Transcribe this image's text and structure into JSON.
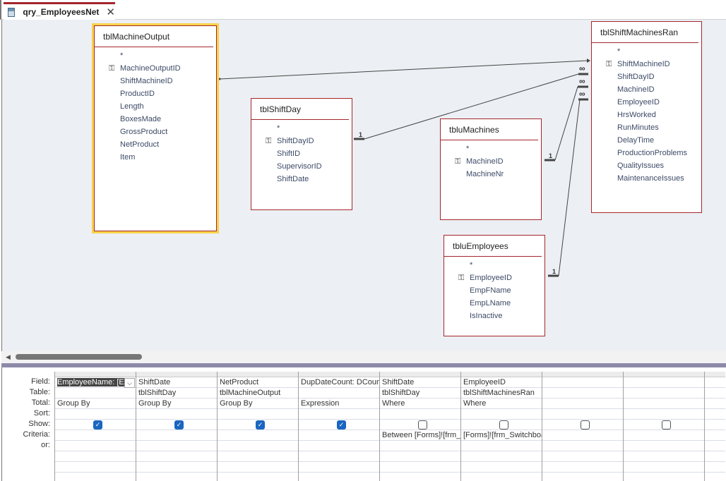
{
  "tab": {
    "title": "qry_EmployeesNet",
    "close": "✕"
  },
  "tables": [
    {
      "name": "tblMachineOutput",
      "fields": [
        "*",
        "MachineOutputID",
        "ShiftMachineID",
        "ProductID",
        "Length",
        "BoxesMade",
        "GrossProduct",
        "NetProduct",
        "Item"
      ],
      "key": 1
    },
    {
      "name": "tblShiftDay",
      "fields": [
        "*",
        "ShiftDayID",
        "ShiftID",
        "SupervisorID",
        "ShiftDate"
      ],
      "key": 1
    },
    {
      "name": "tbluMachines",
      "fields": [
        "*",
        "MachineID",
        "MachineNr"
      ],
      "key": 1
    },
    {
      "name": "tbluEmployees",
      "fields": [
        "*",
        "EmployeeID",
        "EmpFName",
        "EmpLName",
        "IsInactive"
      ],
      "key": 1
    },
    {
      "name": "tblShiftMachinesRan",
      "fields": [
        "*",
        "ShiftMachineID",
        "ShiftDayID",
        "MachineID",
        "EmployeeID",
        "HrsWorked",
        "RunMinutes",
        "DelayTime",
        "ProductionProblems",
        "QualityIssues",
        "MaintenanceIssues"
      ],
      "key": 1
    }
  ],
  "joins": {
    "one": "1",
    "many": "∞"
  },
  "grid": {
    "row_labels": [
      "Field:",
      "Table:",
      "Total:",
      "Sort:",
      "Show:",
      "Criteria:",
      "or:"
    ],
    "columns": [
      {
        "field": "EmployeeName: [E",
        "table": "",
        "total": "Group By",
        "sort": "",
        "show": true,
        "criteria": "",
        "or": ""
      },
      {
        "field": "ShiftDate",
        "table": "tblShiftDay",
        "total": "Group By",
        "sort": "",
        "show": true,
        "criteria": "",
        "or": ""
      },
      {
        "field": "NetProduct",
        "table": "tblMachineOutput",
        "total": "Group By",
        "sort": "",
        "show": true,
        "criteria": "",
        "or": ""
      },
      {
        "field": "DupDateCount: DCount",
        "table": "",
        "total": "Expression",
        "sort": "",
        "show": true,
        "criteria": "",
        "or": ""
      },
      {
        "field": "ShiftDate",
        "table": "tblShiftDay",
        "total": "Where",
        "sort": "",
        "show": false,
        "criteria": "Between [Forms]![frm_",
        "or": ""
      },
      {
        "field": "EmployeeID",
        "table": "tblShiftMachinesRan",
        "total": "Where",
        "sort": "",
        "show": false,
        "criteria": "[Forms]![frm_Switchboard",
        "or": ""
      },
      {
        "field": "",
        "table": "",
        "total": "",
        "sort": "",
        "show": false,
        "criteria": "",
        "or": ""
      },
      {
        "field": "",
        "table": "",
        "total": "",
        "sort": "",
        "show": false,
        "criteria": "",
        "or": ""
      },
      {
        "field": "",
        "table": "",
        "total": "",
        "sort": "",
        "or": "",
        "criteria": ""
      }
    ]
  }
}
